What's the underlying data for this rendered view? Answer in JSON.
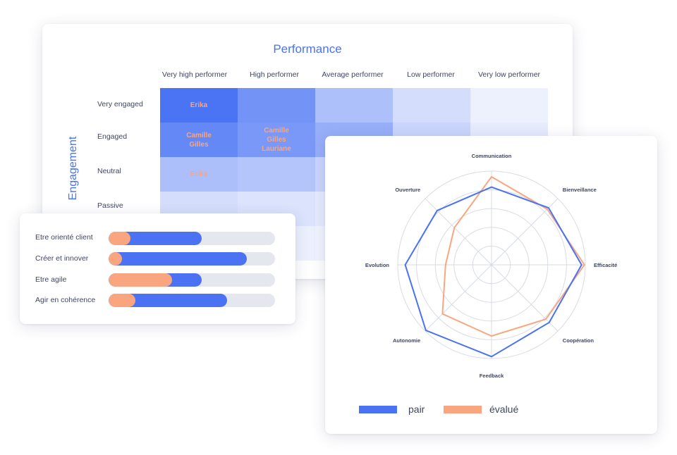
{
  "matrix": {
    "title": "Performance",
    "y_axis_title": "Engagement",
    "columns": [
      "Very high performer",
      "High performer",
      "Average performer",
      "Low performer",
      "Very low performer"
    ],
    "rows": [
      "Very engaged",
      "Engaged",
      "Neutral",
      "Passive"
    ],
    "names": {
      "very_engaged_very_high": [
        "Erika"
      ],
      "engaged_very_high": [
        "Camille",
        "Gilles"
      ],
      "engaged_high": [
        "Camille",
        "Gilles",
        "Lauriane"
      ],
      "neutral_very_high": [
        "Erika"
      ]
    },
    "colors": {
      "name_text": "#f9a680",
      "strong": "#4b74f4",
      "light": "#eef1fd"
    }
  },
  "competencies": {
    "items": [
      {
        "label": "Etre orienté client",
        "pair": 0.56,
        "evalue": 0.13
      },
      {
        "label": "Créer et innover",
        "pair": 0.83,
        "evalue": 0.08
      },
      {
        "label": "Etre agile",
        "pair": 0.56,
        "evalue": 0.38
      },
      {
        "label": "Agir en cohérence",
        "pair": 0.71,
        "evalue": 0.16
      }
    ]
  },
  "radar": {
    "axes": [
      "Communication",
      "Bienveillance",
      "Efficacité",
      "Coopération",
      "Feedback",
      "Autonomie",
      "Evolution",
      "Ouverture"
    ],
    "rings": 5,
    "series": [
      {
        "name": "pair",
        "color": "#4a72f2",
        "values": [
          0.83,
          0.86,
          0.96,
          0.87,
          0.98,
          0.99,
          0.92,
          0.82
        ]
      },
      {
        "name": "évalué",
        "color": "#f9a680",
        "values": [
          0.94,
          0.84,
          0.99,
          0.82,
          0.76,
          0.74,
          0.49,
          0.56
        ]
      }
    ]
  },
  "legend": [
    {
      "label": "pair",
      "color": "#4a72f2"
    },
    {
      "label": "évalué",
      "color": "#f9a680"
    }
  ]
}
